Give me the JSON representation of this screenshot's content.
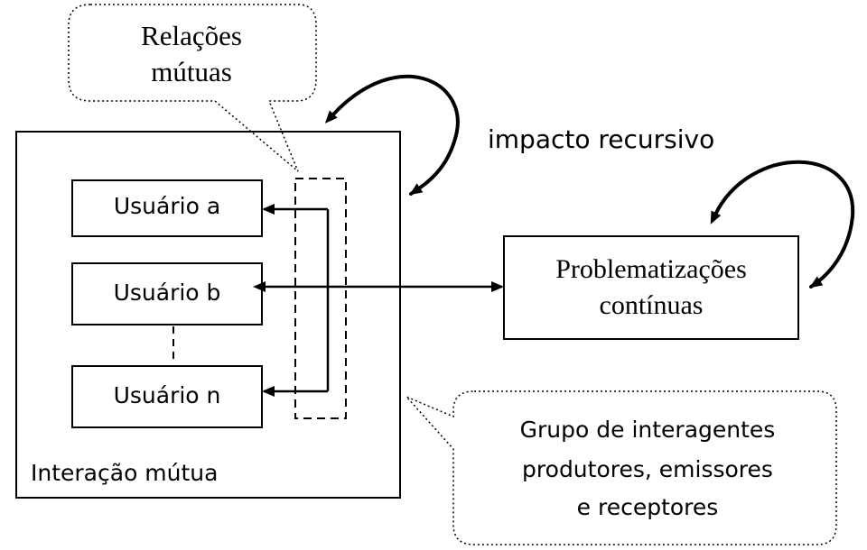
{
  "callout_top": {
    "line1": "Relações",
    "line2": "mútuas"
  },
  "main_box": {
    "label": "Interação mútua"
  },
  "users": [
    {
      "label": "Usuário a"
    },
    {
      "label": "Usuário b"
    },
    {
      "label": "Usuário n"
    }
  ],
  "recursive_label": "impacto recursivo",
  "problems_box": {
    "line1": "Problematizações",
    "line2": "contínuas"
  },
  "callout_bottom": {
    "line1": "Grupo de interagentes",
    "line2": "produtores, emissores",
    "line3": "e receptores"
  }
}
